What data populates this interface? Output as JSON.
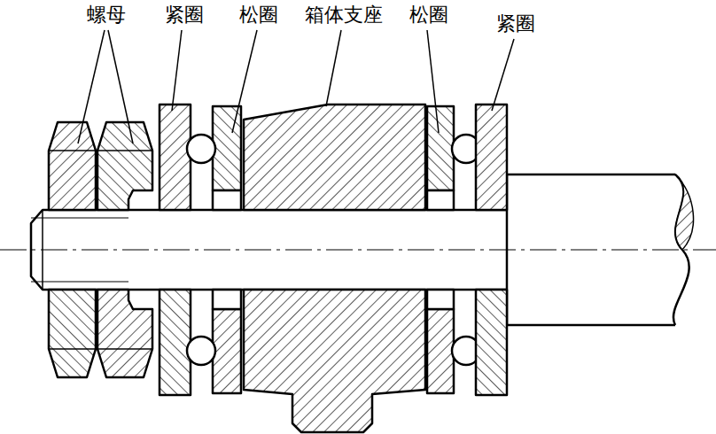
{
  "diagram": {
    "labels": [
      "螺母",
      "紧圈",
      "松圈",
      "箱体支座",
      "松圈",
      "紧圈"
    ]
  }
}
